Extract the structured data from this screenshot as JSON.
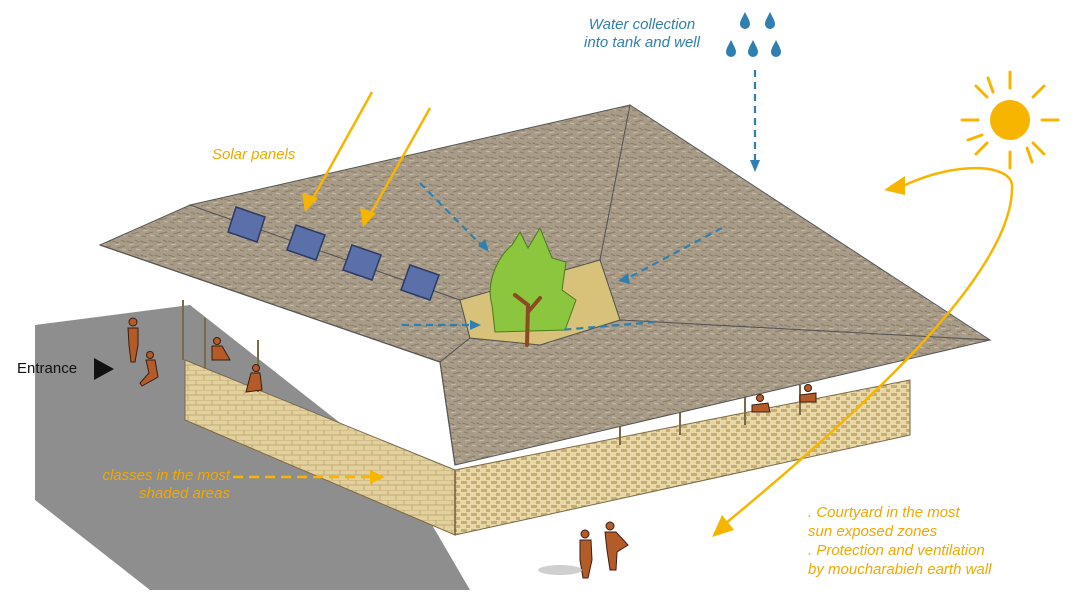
{
  "labels": {
    "water": [
      "Water collection",
      "into tank and well"
    ],
    "solar": "Solar panels",
    "entrance": "Entrance",
    "classes": [
      "classes in the most",
      "shaded areas"
    ],
    "courtyard": [
      ". Courtyard  in the most",
      "sun exposed zones",
      ". Protection and ventilation",
      "by moucharabieh earth wall"
    ]
  },
  "colors": {
    "sun": "#f7b500",
    "water": "#2f7fb0",
    "roof": "#a79a87",
    "wall": "#ddc994",
    "shadow": "#8a8a8a",
    "tree": "#8cc63f",
    "figure": "#b35c2a"
  }
}
